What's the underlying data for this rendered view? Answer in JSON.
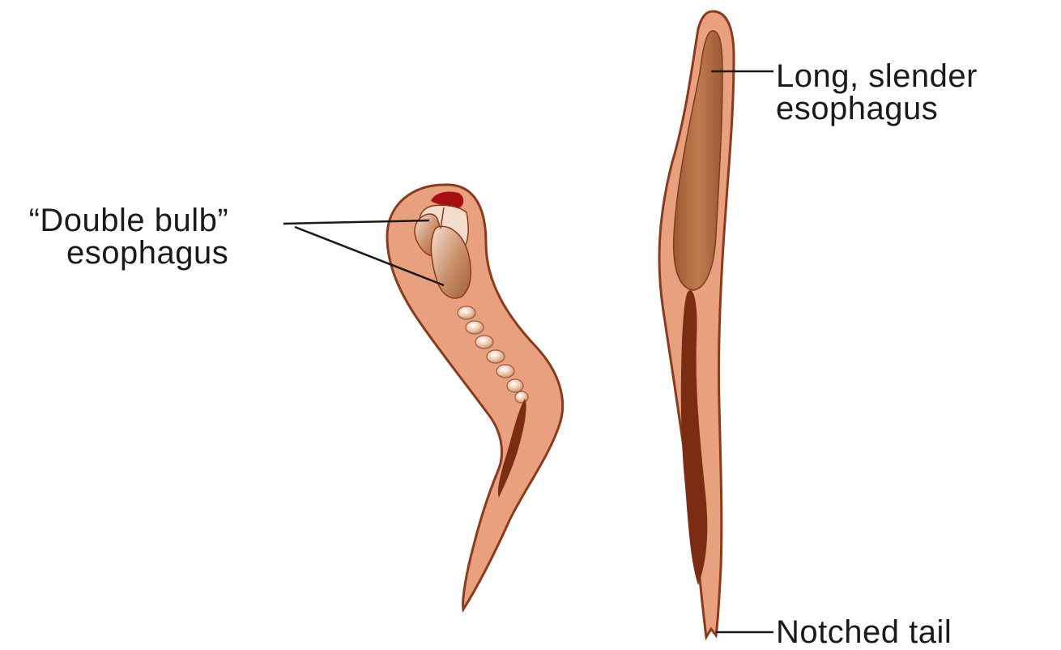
{
  "labels": {
    "double_bulb": {
      "line1": "“Double bulb”",
      "line2": "esophagus"
    },
    "long_slender": {
      "line1": "Long, slender",
      "line2": "esophagus"
    },
    "notched_tail": {
      "line1": "Notched tail"
    }
  },
  "colors": {
    "body_fill": "#e8a07e",
    "body_outline": "#8a3b1c",
    "esophagus_fill": "#b06a40",
    "intestine_fill": "#7c2c12",
    "bulb_red": "#a80f12",
    "bead_fill": "#f2d3bd",
    "leader_line": "#1a1a1a"
  }
}
